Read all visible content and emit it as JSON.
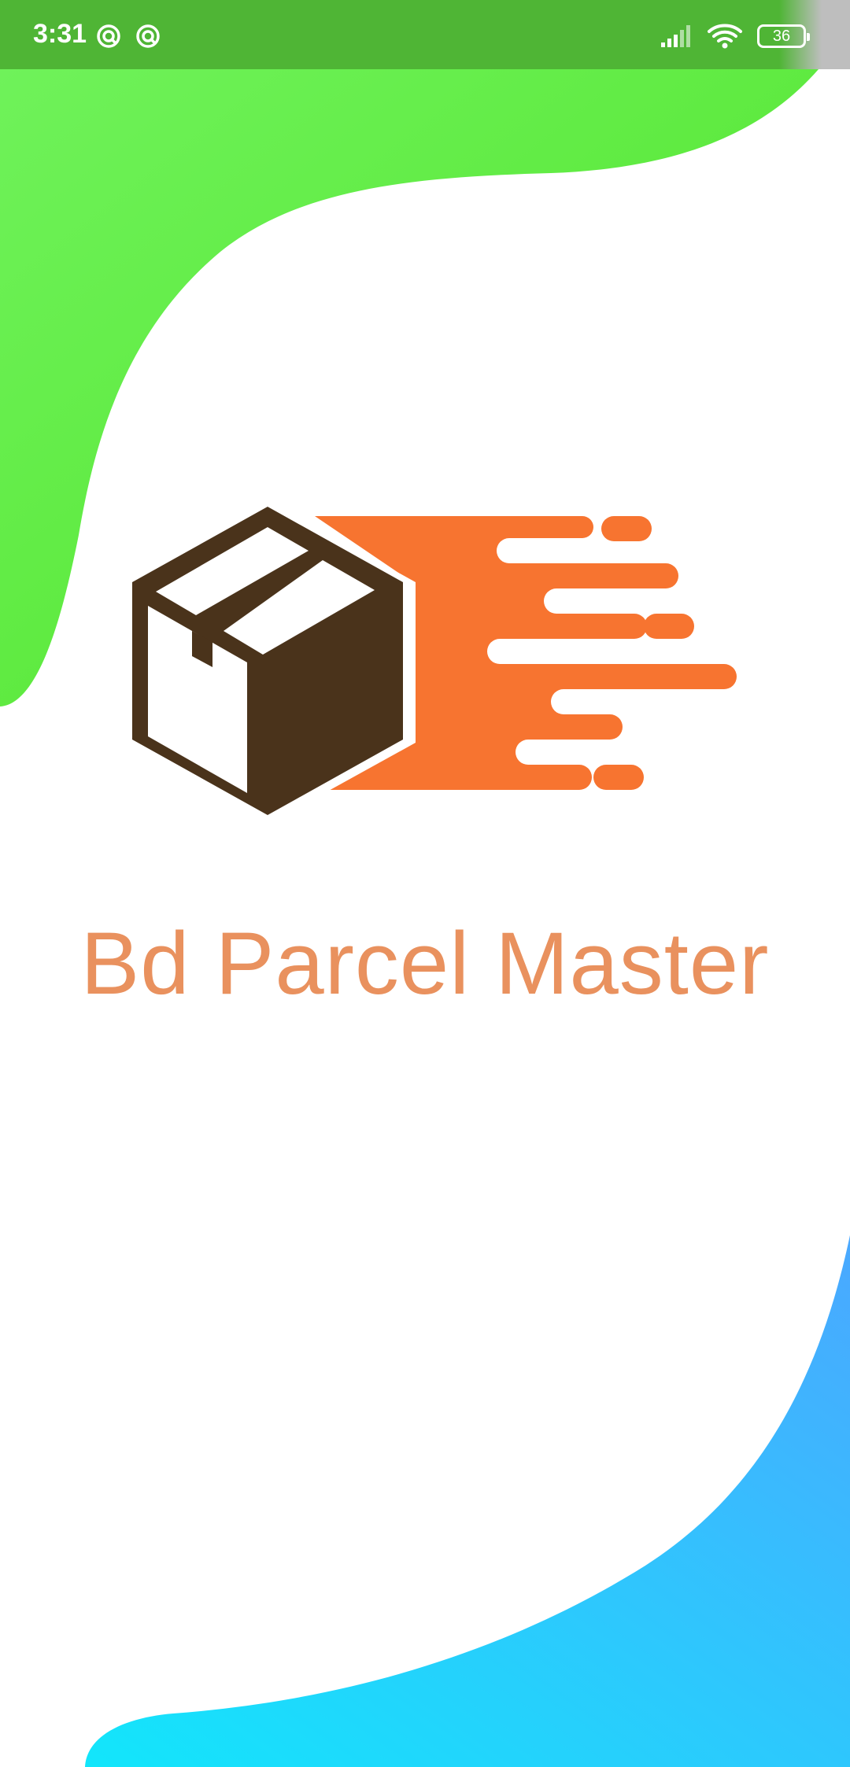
{
  "status_bar": {
    "time": "3:31",
    "battery_level": "36",
    "icons": [
      "notification-circle-icon",
      "notification-circle-icon",
      "signal-icon",
      "wifi-icon",
      "battery-icon"
    ]
  },
  "splash": {
    "app_name": "Bd Parcel Master",
    "logo_icon": "fast-delivery-box-icon"
  },
  "colors": {
    "green_blob": "#5be63a",
    "blue_blob": "#2ec4f5",
    "status_bar": "#4fb535",
    "box_brown": "#4a331b",
    "speed_orange": "#f77430",
    "title_orange": "#e9915e"
  }
}
